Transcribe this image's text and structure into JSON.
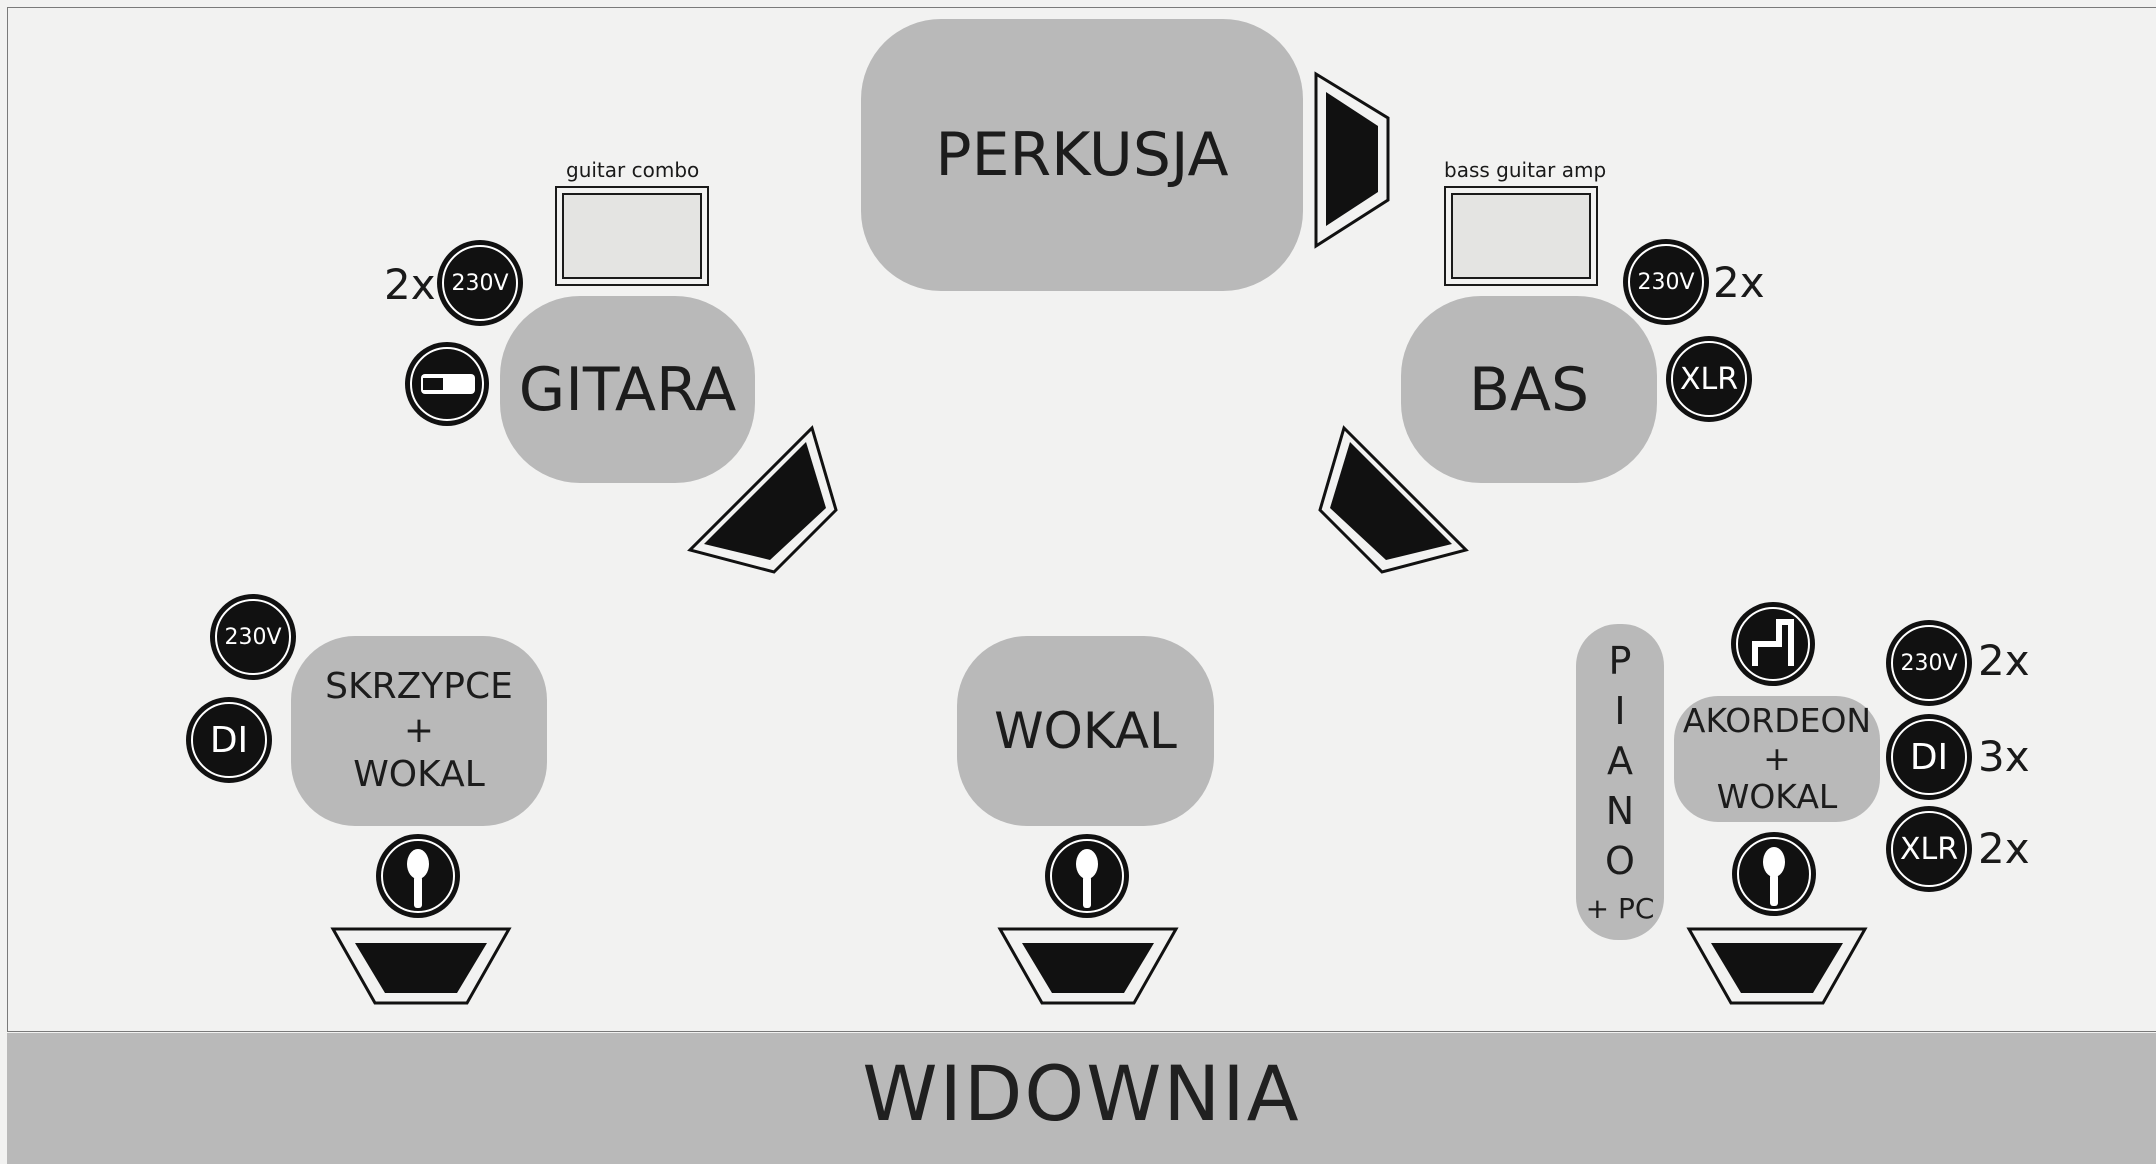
{
  "stage": {
    "audience": "WIDOWNIA",
    "drums": "PERKUSJA",
    "guitar": "GITARA",
    "bass": "BAS",
    "violin": {
      "line1": "SKRZYPCE",
      "line2": "+",
      "line3": "WOKAL"
    },
    "vocal": "WOKAL",
    "accordion": {
      "line1": "AKORDEON",
      "line2": "+",
      "line3": "WOKAL"
    },
    "piano": {
      "letters": [
        "P",
        "I",
        "A",
        "N",
        "O"
      ],
      "suffix": "+ PC"
    }
  },
  "amps": {
    "guitar_combo": "guitar combo",
    "bass_amp": "bass guitar amp"
  },
  "badges": {
    "power": "230V",
    "di": "DI",
    "xlr": "XLR"
  },
  "counts": {
    "guitar_power": "2x",
    "bass_power": "2x",
    "accordion_power": "2x",
    "accordion_di": "3x",
    "accordion_xlr": "2x"
  },
  "icons": [
    "jack-cable-icon",
    "microphone-icon",
    "accordion-mic-icon",
    "monitor-wedge-icon"
  ],
  "colors": {
    "background": "#f2f2f1",
    "pad": "#b9b9b9",
    "black": "#111111"
  }
}
